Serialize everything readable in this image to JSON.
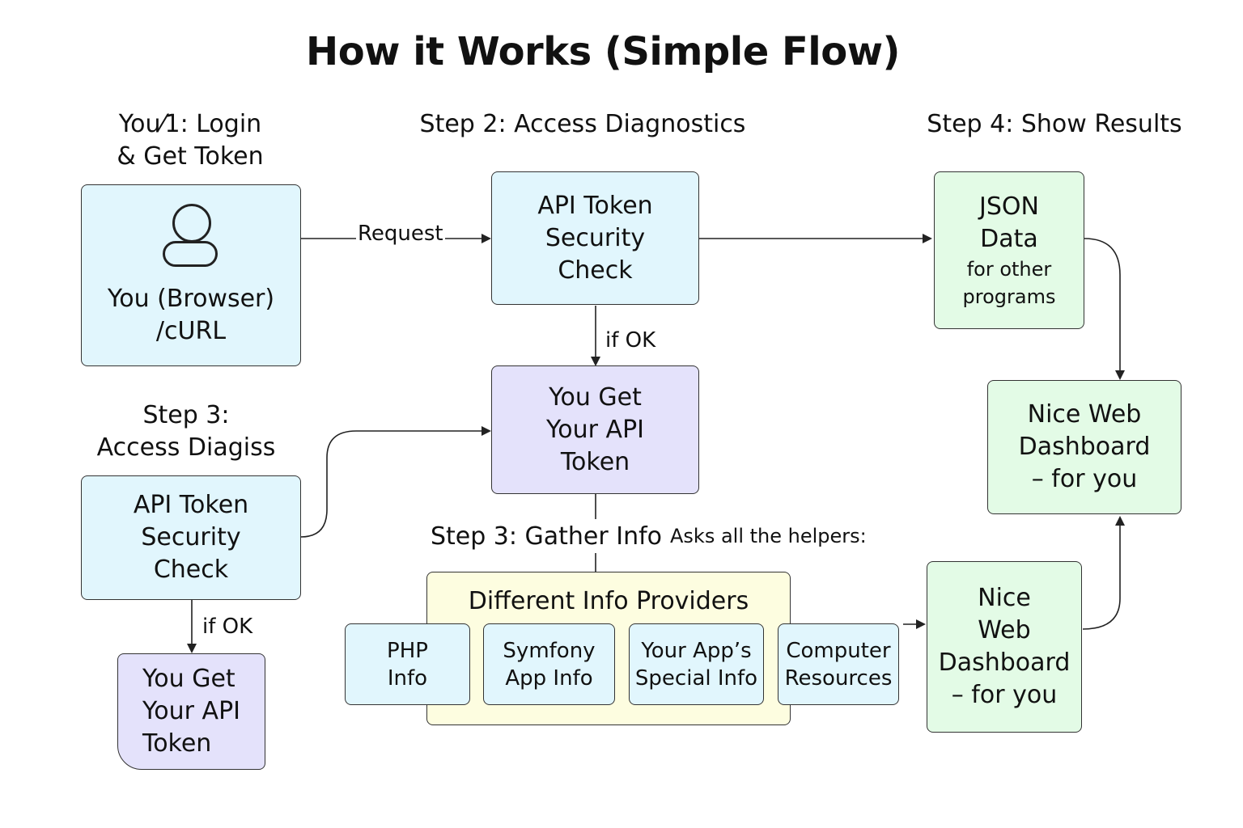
{
  "title": "How it Works (Simple Flow)",
  "steps": {
    "step1": "You⁄1: Login\n& Get Token",
    "step2": "Step 2: Access Diagnostics",
    "step4": "Step 4: Show Results",
    "step3a": "Step 3:\nAccess Diagiss",
    "step3b": "Step 3: Gather Info"
  },
  "boxes": {
    "browser": "You (Browser)\n/cURL",
    "security_check_top": "API Token\nSecurity\nCheck",
    "json_data_title": "JSON\nData",
    "json_data_sub": "for other\nprograms",
    "get_token_mid": "You Get\nYour API\nToken",
    "dashboard_right": "Nice Web\nDashboard\n– for you",
    "security_check_left": "API Token\nSecurity\nCheck",
    "get_token_left": "You Get\nYour API\n   Token",
    "providers_title": "Different Info Providers",
    "dashboard_bottom": "Nice\nWeb\nDashboard\n– for you"
  },
  "providers": [
    "PHP\nInfo",
    "Symfony\nApp Info",
    "Your App’s\nSpecial Info",
    "Computer\nResources"
  ],
  "labels": {
    "request": "Request",
    "if_ok_mid": "if OK",
    "if_ok_left": "if OK",
    "asks_helpers": "Asks all the helpers:"
  },
  "icons": {
    "user": "user-icon"
  },
  "colors": {
    "blue": "#e1f6fd",
    "purple": "#e4e2fb",
    "green": "#e3fbe6",
    "yellow": "#fdfde0",
    "stroke": "#222222"
  }
}
